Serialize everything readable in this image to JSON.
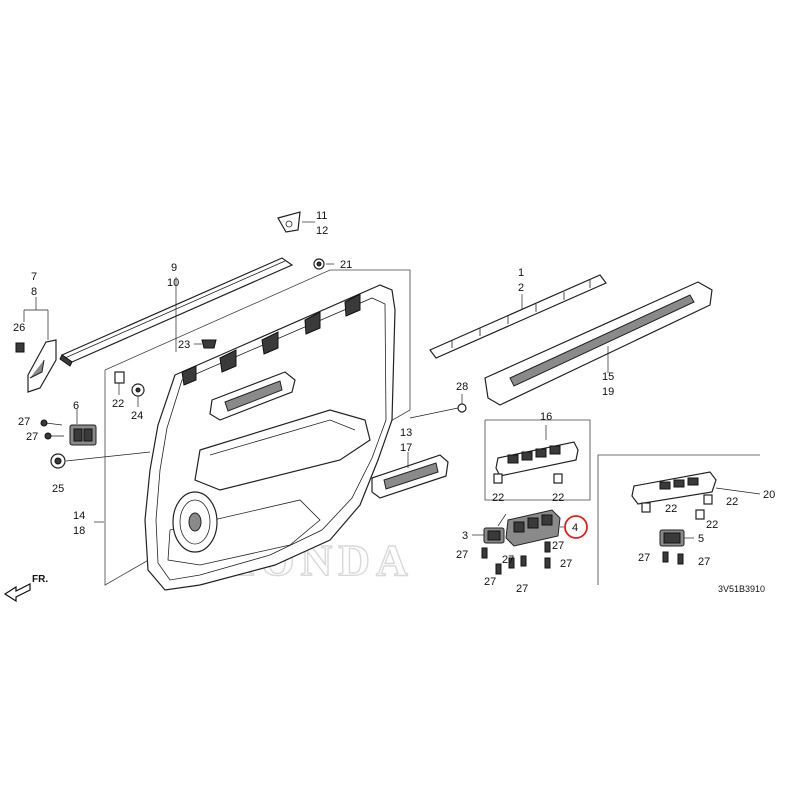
{
  "diagram": {
    "watermark": "HONDA",
    "direction_label": "FR.",
    "diagram_code": "3V51B3910",
    "highlighted_callout": "4",
    "highlight_color": "#e02020",
    "callouts": [
      {
        "id": "c1",
        "label": "1"
      },
      {
        "id": "c2",
        "label": "2"
      },
      {
        "id": "c3",
        "label": "3"
      },
      {
        "id": "c4",
        "label": "4"
      },
      {
        "id": "c5",
        "label": "5"
      },
      {
        "id": "c6",
        "label": "6"
      },
      {
        "id": "c7",
        "label": "7"
      },
      {
        "id": "c8",
        "label": "8"
      },
      {
        "id": "c9",
        "label": "9"
      },
      {
        "id": "c10",
        "label": "10"
      },
      {
        "id": "c11",
        "label": "11"
      },
      {
        "id": "c12",
        "label": "12"
      },
      {
        "id": "c13",
        "label": "13"
      },
      {
        "id": "c14",
        "label": "14"
      },
      {
        "id": "c15",
        "label": "15"
      },
      {
        "id": "c16",
        "label": "16"
      },
      {
        "id": "c17",
        "label": "17"
      },
      {
        "id": "c18",
        "label": "18"
      },
      {
        "id": "c19",
        "label": "19"
      },
      {
        "id": "c20",
        "label": "20"
      },
      {
        "id": "c21",
        "label": "21"
      },
      {
        "id": "c22a",
        "label": "22"
      },
      {
        "id": "c22b",
        "label": "22"
      },
      {
        "id": "c22c",
        "label": "22"
      },
      {
        "id": "c22d",
        "label": "22"
      },
      {
        "id": "c22e",
        "label": "22"
      },
      {
        "id": "c22f",
        "label": "22"
      },
      {
        "id": "c23",
        "label": "23"
      },
      {
        "id": "c24",
        "label": "24"
      },
      {
        "id": "c25",
        "label": "25"
      },
      {
        "id": "c26",
        "label": "26"
      },
      {
        "id": "c27a",
        "label": "27"
      },
      {
        "id": "c27b",
        "label": "27"
      },
      {
        "id": "c27c",
        "label": "27"
      },
      {
        "id": "c27d",
        "label": "27"
      },
      {
        "id": "c27e",
        "label": "27"
      },
      {
        "id": "c27f",
        "label": "27"
      },
      {
        "id": "c27g",
        "label": "27"
      },
      {
        "id": "c27h",
        "label": "27"
      },
      {
        "id": "c27i",
        "label": "27"
      },
      {
        "id": "c27j",
        "label": "27"
      },
      {
        "id": "c28",
        "label": "28"
      }
    ]
  }
}
